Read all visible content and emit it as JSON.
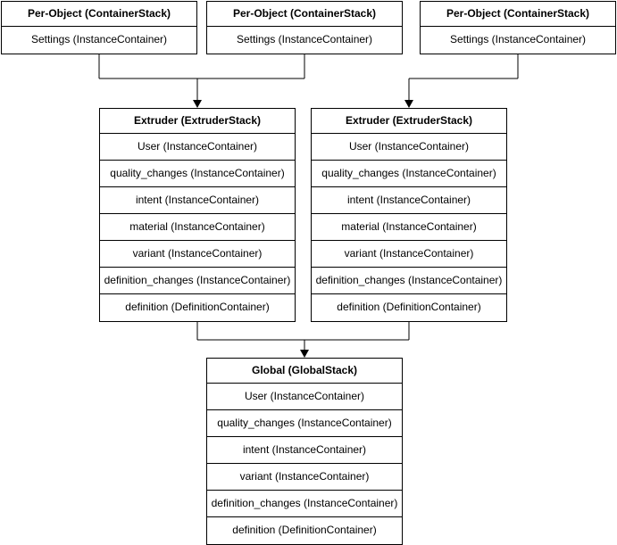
{
  "diagram": {
    "colors": {
      "border": "#000000",
      "background": "#ffffff",
      "text": "#000000"
    },
    "per_object_stacks": [
      {
        "title": "Per-Object (ContainerStack)",
        "rows": [
          "Settings (InstanceContainer)"
        ]
      },
      {
        "title": "Per-Object (ContainerStack)",
        "rows": [
          "Settings (InstanceContainer)"
        ]
      },
      {
        "title": "Per-Object (ContainerStack)",
        "rows": [
          "Settings (InstanceContainer)"
        ]
      }
    ],
    "extruder_stacks": [
      {
        "title": "Extruder (ExtruderStack)",
        "rows": [
          "User (InstanceContainer)",
          "quality_changes (InstanceContainer)",
          "intent (InstanceContainer)",
          "material (InstanceContainer)",
          "variant (InstanceContainer)",
          "definition_changes (InstanceContainer)",
          "definition (DefinitionContainer)"
        ]
      },
      {
        "title": "Extruder (ExtruderStack)",
        "rows": [
          "User (InstanceContainer)",
          "quality_changes (InstanceContainer)",
          "intent (InstanceContainer)",
          "material (InstanceContainer)",
          "variant (InstanceContainer)",
          "definition_changes (InstanceContainer)",
          "definition (DefinitionContainer)"
        ]
      }
    ],
    "global_stack": {
      "title": "Global (GlobalStack)",
      "rows": [
        "User (InstanceContainer)",
        "quality_changes (InstanceContainer)",
        "intent (InstanceContainer)",
        "variant (InstanceContainer)",
        "definition_changes (InstanceContainer)",
        "definition (DefinitionContainer)"
      ]
    }
  }
}
